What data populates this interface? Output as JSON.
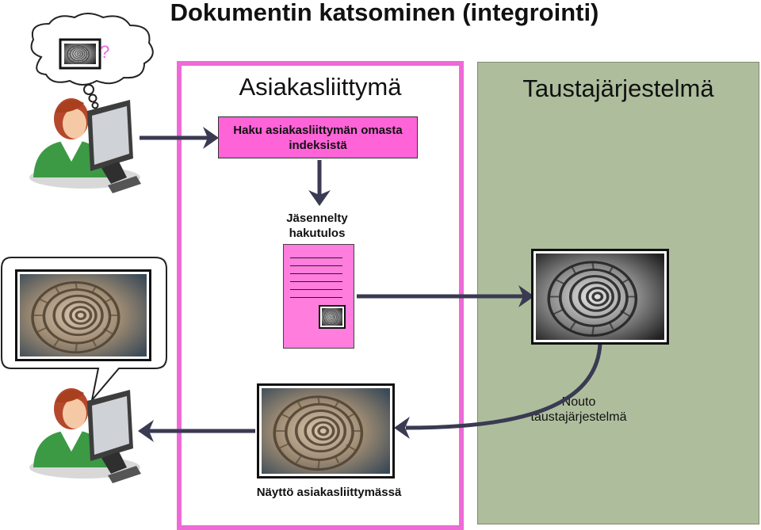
{
  "title": "Dokumentin katsominen (integrointi)",
  "client_panel": {
    "heading": "Asiakasliittymä",
    "search_box": "Haku asiakasliittymän omasta indeksistä",
    "result_label": "Jäsennelty hakutulos",
    "display_label": "Näyttö asiakasliittymässä"
  },
  "backend_panel": {
    "heading": "Taustajärjestelmä",
    "retrieval_label": "Nouto taustajärjestelmä"
  },
  "thought_bubble": {
    "mark": "?"
  },
  "colors": {
    "client_border": "#ee6ad6",
    "search_box_fill": "#ff63d8",
    "backend_fill": "#aebe9d",
    "arrow": "#3a3a52"
  }
}
